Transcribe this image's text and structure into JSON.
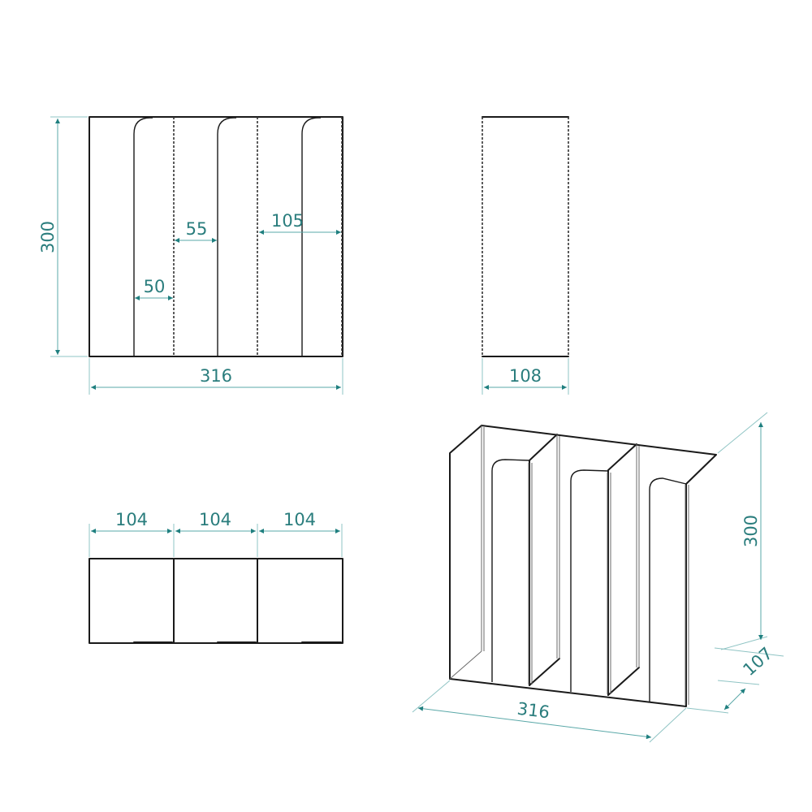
{
  "drawing": {
    "colors": {
      "object_line": "#1a1a1a",
      "dimension_line": "#5aa8a8",
      "dimension_text": "#2a7d7d",
      "arrow": "#1f7f7f",
      "background": "#ffffff"
    },
    "front_view": {
      "height_label": "300",
      "width_label": "316",
      "dim_50": "50",
      "dim_55": "55",
      "dim_105": "105"
    },
    "side_view": {
      "depth_label": "108"
    },
    "top_view": {
      "slot_labels": [
        "104",
        "104",
        "104"
      ]
    },
    "isometric_view": {
      "width_label": "316",
      "height_label": "300",
      "depth_label": "107"
    }
  }
}
